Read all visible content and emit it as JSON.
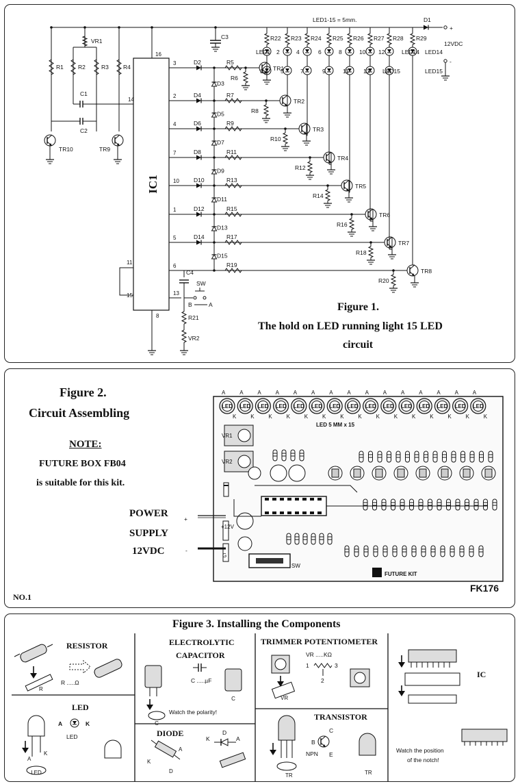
{
  "fig1": {
    "title": "Figure 1.",
    "subtitle_line1": "The hold on LED running light 15 LED",
    "subtitle_line2": "circuit",
    "ic_label": "IC1",
    "supply": "12VDC",
    "plus": "+",
    "minus": "-",
    "led_note": "LED1-15 = 5mm.",
    "d1": "D1",
    "vr1": "VR1",
    "vr2": "VR2",
    "c1": "C1",
    "c2": "C2",
    "c3": "C3",
    "c4": "C4",
    "sw": "SW",
    "sw_b": "B",
    "sw_a": "A",
    "r_left": [
      "R1",
      "R2",
      "R3",
      "R4"
    ],
    "tr_left": [
      "TR10",
      "TR9"
    ],
    "r21": "R21",
    "ic_pins": [
      "16",
      "14",
      "11",
      "15",
      "8",
      "13"
    ],
    "rows": [
      {
        "pin": "3",
        "d": "D2",
        "r": "R5",
        "rb": "R6",
        "tr": "TR1",
        "dv": "D3"
      },
      {
        "pin": "2",
        "d": "D4",
        "r": "R7",
        "rb": "R8",
        "tr": "TR2",
        "dv": "D5"
      },
      {
        "pin": "4",
        "d": "D6",
        "r": "R9",
        "rb": "R10",
        "tr": "TR3",
        "dv": "D7"
      },
      {
        "pin": "7",
        "d": "D8",
        "r": "R11",
        "rb": "R12",
        "tr": "TR4",
        "dv": "D9"
      },
      {
        "pin": "10",
        "d": "D10",
        "r": "R13",
        "rb": "R14",
        "tr": "TR5",
        "dv": "D11"
      },
      {
        "pin": "1",
        "d": "D12",
        "r": "R15",
        "rb": "R16",
        "tr": "TR6",
        "dv": "D13"
      },
      {
        "pin": "5",
        "d": "D14",
        "r": "R17",
        "rb": "R18",
        "tr": "TR7",
        "dv": "D15"
      },
      {
        "pin": "6",
        "d": "",
        "r": "R19",
        "rb": "R20",
        "tr": "TR8",
        "dv": ""
      }
    ],
    "led_resistors": [
      "R22",
      "R23",
      "R24",
      "R25",
      "R26",
      "R27",
      "R28",
      "R29"
    ],
    "led_top": [
      "LED1",
      "2",
      "4",
      "6",
      "8",
      "10",
      "12",
      "LED14"
    ],
    "led_bottom": [
      "3",
      "5",
      "7",
      "9",
      "11",
      "13",
      "LED15"
    ]
  },
  "fig2": {
    "title": "Figure 2.",
    "subtitle": "Circuit Assembling",
    "note_head": "NOTE:",
    "note_line1": "FUTURE BOX FB04",
    "note_line2": "is suitable for this kit.",
    "power": "POWER",
    "supply": "SUPPLY",
    "volt": "12VDC",
    "plus": "+",
    "minus": "-",
    "board_label": "LED 5 MM x 15",
    "brand": "FUTURE KIT",
    "board_code": "FK176",
    "sheet_no": "NO.1",
    "pcb_12v": "+12V",
    "pcb_g": "G",
    "pcb_sw": "SW",
    "led_text": "LED",
    "a": "A",
    "k": "K",
    "vr1": "VR1",
    "vr2": "VR2"
  },
  "fig3": {
    "title": "Figure 3. Installing the Components",
    "resistor": "RESISTOR",
    "resistor_value": "R .....Ω",
    "electrolytic_1": "ELECTROLYTIC",
    "electrolytic_2": "CAPACITOR",
    "cap_value": "C .....µF",
    "cap_c": "C",
    "polarity": "Watch the polarity!",
    "trimmer": "TRIMMER POTENTIOMETER",
    "vr_value": "VR .....KΩ",
    "vr_pins": [
      "1",
      "3",
      "2"
    ],
    "vr_tag": "VR",
    "ic": "IC",
    "notch_1": "Watch the position",
    "notch_2": "of the notch!",
    "led": "LED",
    "led_a": "A",
    "led_k": "K",
    "led_sub": "LED",
    "led_tag": "LED",
    "diode": "DIODE",
    "diode_k": "K",
    "diode_a": "A",
    "diode_d": "D",
    "diode_tag": "D",
    "transistor": "TRANSISTOR",
    "tr_b": "B",
    "tr_c": "C",
    "tr_e": "E",
    "tr_npn": "NPN",
    "tr_tag": "TR",
    "r_tag": "R"
  }
}
